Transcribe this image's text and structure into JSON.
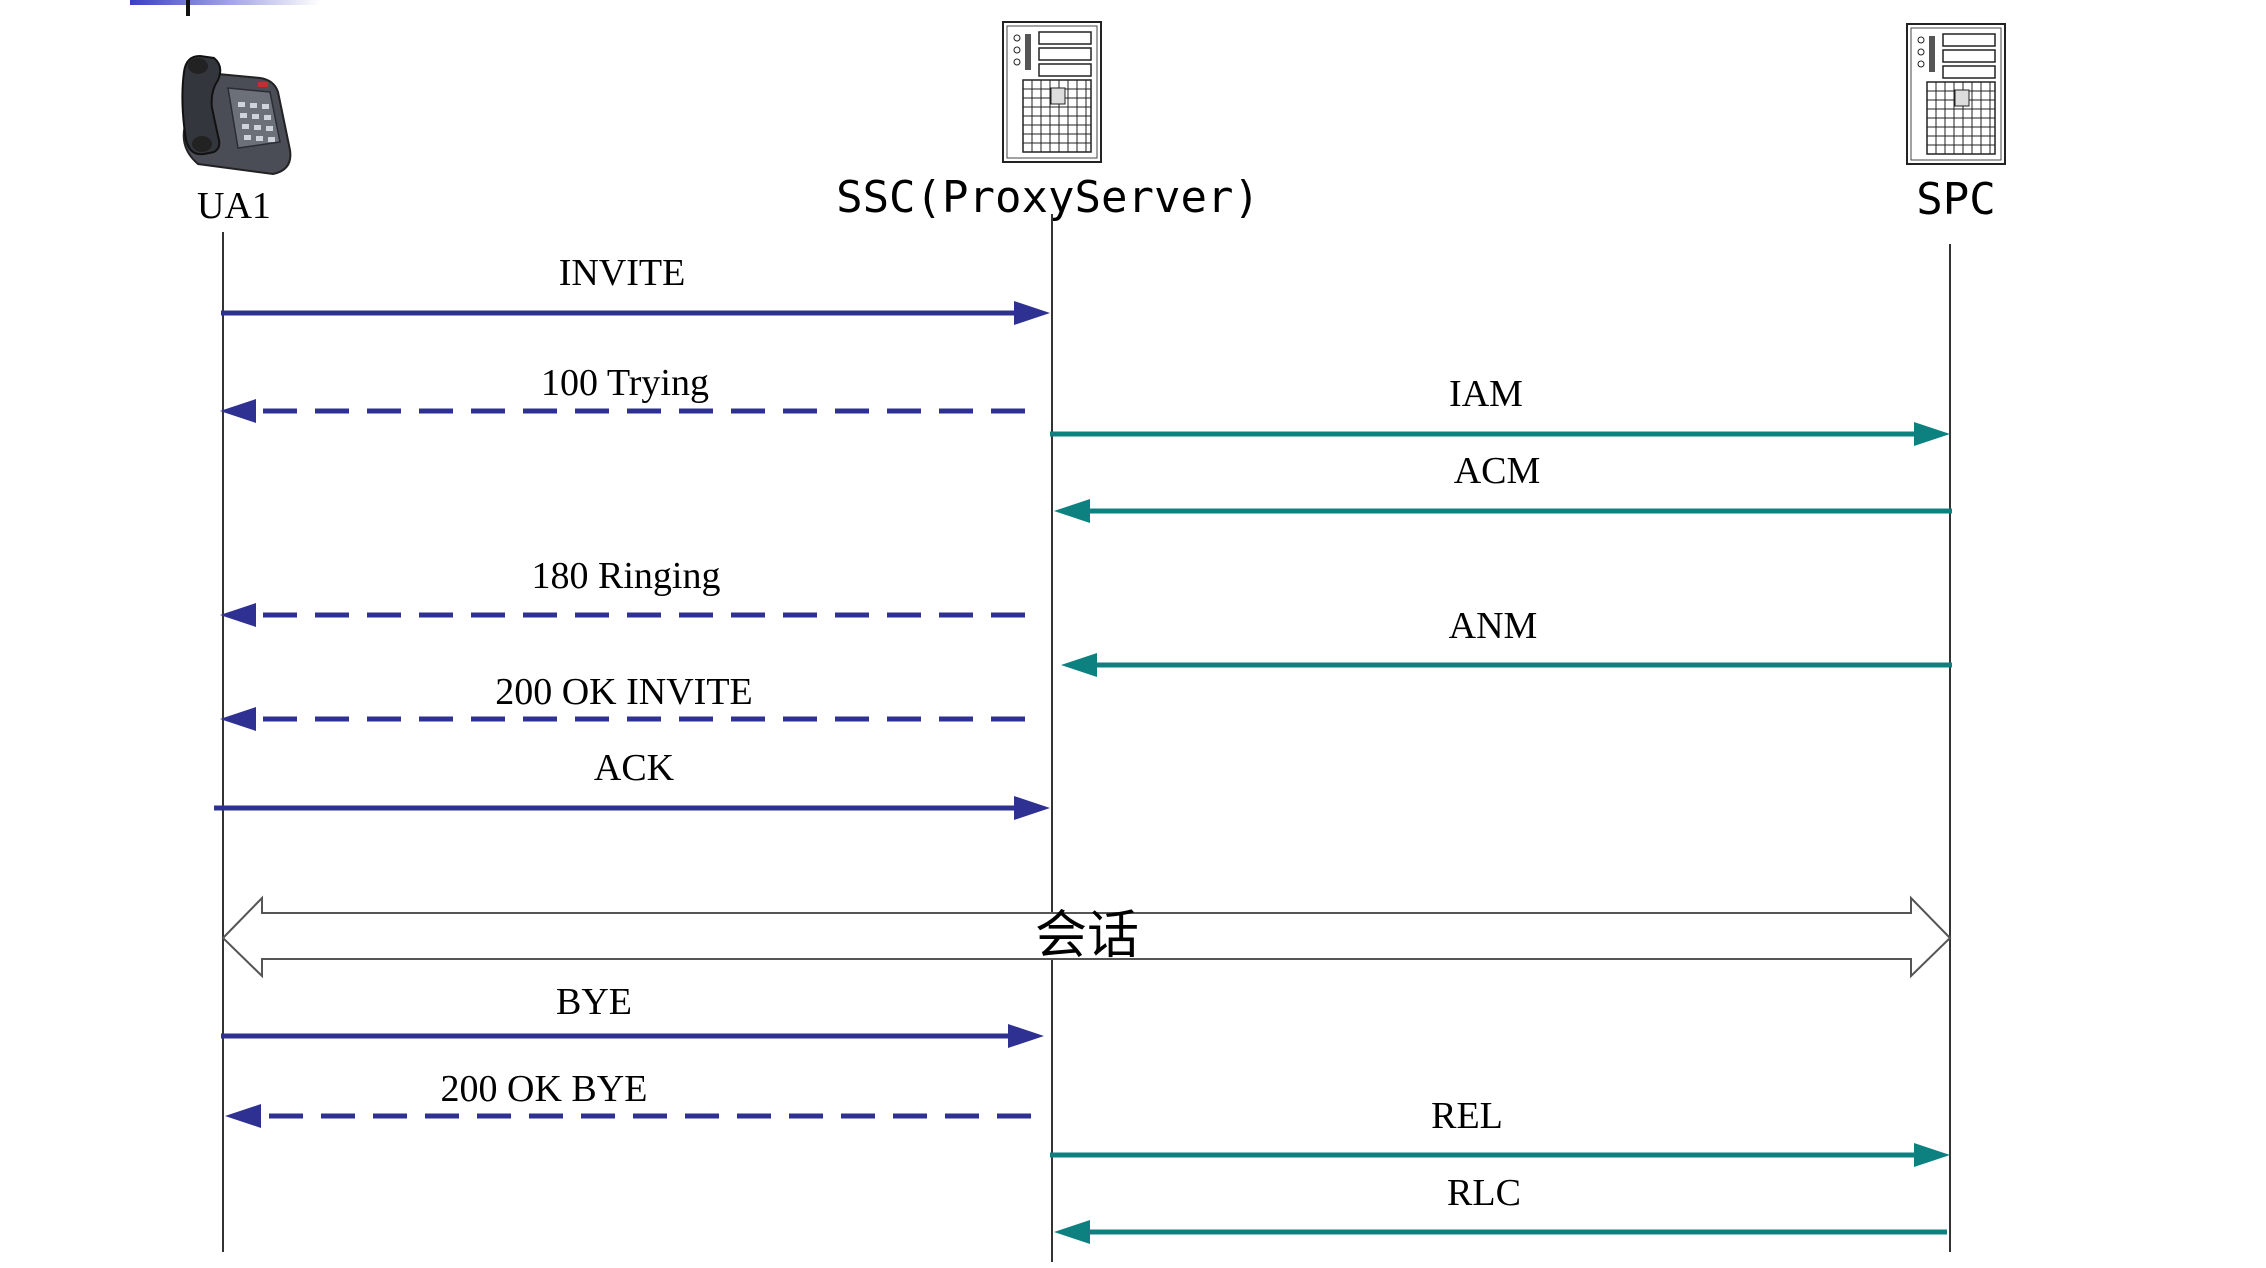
{
  "colors": {
    "sip": "#2e3192",
    "isup": "#0d8080",
    "lifeline": "#333333",
    "header_accent": "#3b3fc7"
  },
  "actors": {
    "ua1": {
      "label": "UA1",
      "icon": "telephone-icon"
    },
    "ssc": {
      "label": "SSC(ProxyServer)",
      "icon": "server-icon"
    },
    "spc": {
      "label": "SPC",
      "icon": "server-icon"
    }
  },
  "messages": [
    {
      "id": "invite",
      "label": "INVITE",
      "from": "ua1",
      "to": "ssc",
      "style": "solid",
      "protocol": "sip"
    },
    {
      "id": "trying",
      "label": "100 Trying",
      "from": "ssc",
      "to": "ua1",
      "style": "dashed",
      "protocol": "sip"
    },
    {
      "id": "iam",
      "label": "IAM",
      "from": "ssc",
      "to": "spc",
      "style": "solid",
      "protocol": "isup"
    },
    {
      "id": "acm",
      "label": "ACM",
      "from": "spc",
      "to": "ssc",
      "style": "solid",
      "protocol": "isup"
    },
    {
      "id": "ringing",
      "label": "180 Ringing",
      "from": "ssc",
      "to": "ua1",
      "style": "dashed",
      "protocol": "sip"
    },
    {
      "id": "anm",
      "label": "ANM",
      "from": "spc",
      "to": "ssc",
      "style": "solid",
      "protocol": "isup"
    },
    {
      "id": "ok-invite",
      "label": "200 OK INVITE",
      "from": "ssc",
      "to": "ua1",
      "style": "dashed",
      "protocol": "sip"
    },
    {
      "id": "ack",
      "label": "ACK",
      "from": "ua1",
      "to": "ssc",
      "style": "solid",
      "protocol": "sip"
    },
    {
      "id": "bye",
      "label": "BYE",
      "from": "ua1",
      "to": "ssc",
      "style": "solid",
      "protocol": "sip"
    },
    {
      "id": "ok-bye",
      "label": "200 OK BYE",
      "from": "ssc",
      "to": "ua1",
      "style": "dashed",
      "protocol": "sip"
    },
    {
      "id": "rel",
      "label": "REL",
      "from": "ssc",
      "to": "spc",
      "style": "solid",
      "protocol": "isup"
    },
    {
      "id": "rlc",
      "label": "RLC",
      "from": "spc",
      "to": "ssc",
      "style": "solid",
      "protocol": "isup"
    }
  ],
  "session": {
    "label": "会话",
    "from": "ua1",
    "to": "spc"
  }
}
